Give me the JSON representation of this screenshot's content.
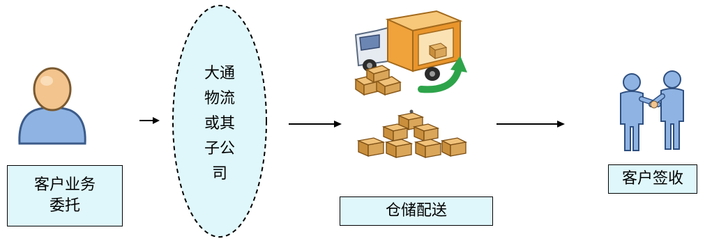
{
  "steps": {
    "client_commission": {
      "label": "客户业务\n委托",
      "icon": "person-icon"
    },
    "logistics_company": {
      "label": "大通\n物流\n或其\n子公\n司"
    },
    "warehouse_delivery": {
      "label": "仓储配送",
      "icons": [
        "delivery-truck-icon",
        "boxes-stack-icon"
      ]
    },
    "client_signoff": {
      "label": "客户签收",
      "icon": "handshake-icon"
    }
  },
  "colors": {
    "label_fill": "#dff7fb",
    "ellipse_fill": "#dff7fb",
    "person_blue": "#8fb4e3",
    "skin": "#f3c48d",
    "box_tan": "#d9a65a",
    "truck_orange": "#f0a23b",
    "arrow_green": "#2ea44a"
  }
}
